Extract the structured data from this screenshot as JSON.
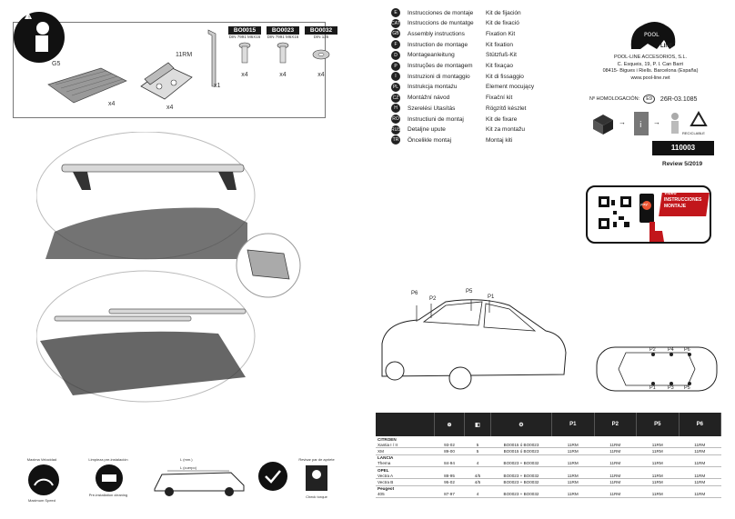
{
  "parts": {
    "g5_label": "G5",
    "g5_qty": "x4",
    "rm_label": "11RM",
    "rm_qty": "x4",
    "key_qty": "x1",
    "screws": [
      {
        "code": "BO0015",
        "din": "DIN 7991 M6X16",
        "qty": "x4"
      },
      {
        "code": "BO0023",
        "din": "DIN 7991 M6X16",
        "qty": "x4"
      },
      {
        "code": "BO0032",
        "din": "DIN 125",
        "qty": "x4"
      }
    ]
  },
  "languages": [
    {
      "flag": "E",
      "title": "Instrucciones de montaje",
      "kit": "Kit de fijación"
    },
    {
      "flag": "CAT",
      "title": "Instruccions de muntatge",
      "kit": "Kit de fixació"
    },
    {
      "flag": "GB",
      "title": "Assembly instructions",
      "kit": "Fixation Kit"
    },
    {
      "flag": "F",
      "title": "Instruction de montage",
      "kit": "Kit fixation"
    },
    {
      "flag": "D",
      "title": "Montageanleitung",
      "kit": "Stützfuß-Kit"
    },
    {
      "flag": "P",
      "title": "Instruções de montagem",
      "kit": "Kit fixaçao"
    },
    {
      "flag": "I",
      "title": "Instruzioni di montaggio",
      "kit": "Kit di fissaggio"
    },
    {
      "flag": "PL",
      "title": "Instrukcja montażu",
      "kit": "Element mocujący"
    },
    {
      "flag": "CZ",
      "title": "Montážní návod",
      "kit": "Fixační kit"
    },
    {
      "flag": "H",
      "title": "Szerelési Utasítás",
      "kit": "Rögzítő készlet"
    },
    {
      "flag": "RO",
      "title": "Instructiuni de montaj",
      "kit": "Kit de fixare"
    },
    {
      "flag": "RUS",
      "title": "Detaljne upute",
      "kit": "Kit za montažu"
    },
    {
      "flag": "TR",
      "title": "Öncelikle montaj",
      "kit": "Montaj kiti"
    }
  ],
  "company": {
    "logo_top": "POOL",
    "logo_bottom": "LINE",
    "name": "POOL-LINE ACCESORIOS, S.L.",
    "street": "C. Esqueis, 19, P. I. Can Barri",
    "city": "08415- Bigues i Riells. Barcelona (España)",
    "web": "www.pool-line.net"
  },
  "homologation": {
    "label": "Nº HOMOLOGACIÓN:",
    "mark": "E9",
    "number": "26R-03.1085"
  },
  "recycle_label": "RECICLABLE",
  "product_code": "110003",
  "review": "Review 5/2019",
  "video": {
    "line1": "Video",
    "line2": "INSTRUCCIONES",
    "line3": "MONTAJE",
    "play": "play!"
  },
  "position_labels": {
    "p6": "P6",
    "p2": "P2",
    "p5": "P5",
    "p1": "P1",
    "p4": "P4",
    "p3": "P3"
  },
  "table": {
    "headers": [
      "P1",
      "P2",
      "P5",
      "P6"
    ],
    "rows": [
      {
        "brand": "CITROEN"
      },
      {
        "model": "Xantia I / II",
        "years": "93-02",
        "doors": "5",
        "bolts": "BO0015 ó BO0023",
        "p1": "11RM",
        "p2": "11RM",
        "p5": "11RM",
        "p6": "11RM"
      },
      {
        "model": "XM",
        "years": "89-00",
        "doors": "5",
        "bolts": "BO0015 ó BO0023",
        "p1": "11RM",
        "p2": "11RM",
        "p5": "11RM",
        "p6": "11RM"
      },
      {
        "brand": "LANCIA"
      },
      {
        "model": "Thema",
        "years": "84-94",
        "doors": "4",
        "bolts": "BO0023 + BO0032",
        "p1": "11RM",
        "p2": "11RM",
        "p5": "11RM",
        "p6": "11RM"
      },
      {
        "brand": "OPEL"
      },
      {
        "model": "Vectra A",
        "years": "88-95",
        "doors": "4/5",
        "bolts": "BO0023 + BO0032",
        "p1": "11RM",
        "p2": "11RM",
        "p5": "11RM",
        "p6": "11RM"
      },
      {
        "model": "Vectra B",
        "years": "95-02",
        "doors": "4/5",
        "bolts": "BO0023 + BO0032",
        "p1": "11RM",
        "p2": "11RM",
        "p5": "11RM",
        "p6": "11RM"
      },
      {
        "brand": "Peugeot"
      },
      {
        "model": "405",
        "years": "87-97",
        "doors": "4",
        "bolts": "BO0023 + BO0032",
        "p1": "11RM",
        "p2": "11RM",
        "p5": "11RM",
        "p6": "11RM"
      }
    ]
  },
  "bottom_icons": {
    "max_speed": "Maxima Velocidad",
    "speed_en": "Maximum Speed",
    "cleaning_es": "Limpieza pre-instalación",
    "cleaning_en": "Pre-installation cleaning",
    "dist1": "L (mm.)",
    "dist2": "L (cuerpo)",
    "torque_es": "Revisar par de apriete",
    "torque_en": "Check torque"
  }
}
